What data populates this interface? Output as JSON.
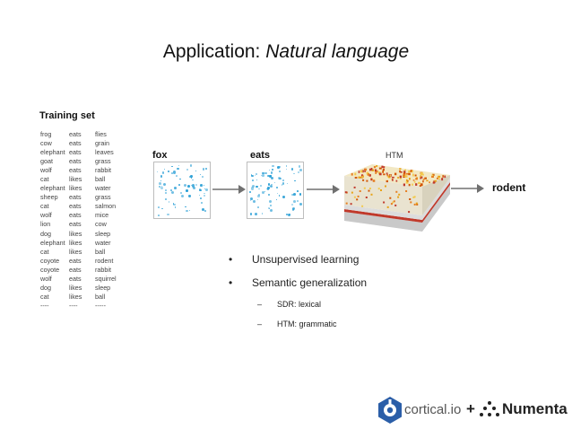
{
  "title": {
    "prefix": "Application: ",
    "emphasis": "Natural language"
  },
  "training_set": {
    "heading": "Training set",
    "rows": [
      [
        "frog",
        "eats",
        "flies"
      ],
      [
        "cow",
        "eats",
        "grain"
      ],
      [
        "elephant",
        "eats",
        "leaves"
      ],
      [
        "goat",
        "eats",
        "grass"
      ],
      [
        "wolf",
        "eats",
        "rabbit"
      ],
      [
        "cat",
        "likes",
        "ball"
      ],
      [
        "elephant",
        "likes",
        "water"
      ],
      [
        "sheep",
        "eats",
        "grass"
      ],
      [
        "cat",
        "eats",
        "salmon"
      ],
      [
        "wolf",
        "eats",
        "mice"
      ],
      [
        "lion",
        "eats",
        "cow"
      ],
      [
        "dog",
        "likes",
        "sleep"
      ],
      [
        "elephant",
        "likes",
        "water"
      ],
      [
        "cat",
        "likes",
        "ball"
      ],
      [
        "coyote",
        "eats",
        "rodent"
      ],
      [
        "coyote",
        "eats",
        "rabbit"
      ],
      [
        "wolf",
        "eats",
        "squirrel"
      ],
      [
        "dog",
        "likes",
        "sleep"
      ],
      [
        "cat",
        "likes",
        "ball"
      ],
      [
        "----",
        "----",
        "-----"
      ]
    ]
  },
  "diagram": {
    "input1_label": "fox",
    "input2_label": "eats",
    "htm_label": "HTM",
    "output_label": "rodent",
    "sdr_color": "#2a9fd6"
  },
  "bullets": {
    "items": [
      "Unsupervised learning",
      "Semantic generalization"
    ],
    "subitems": [
      "SDR: lexical",
      "HTM: grammatic"
    ],
    "bullet_glyph": "•",
    "sub_glyph": "–"
  },
  "logos": {
    "cortical": "cortical.io",
    "plus": "+",
    "numenta": "Numenta",
    "cortical_color": "#2b5ea8"
  }
}
